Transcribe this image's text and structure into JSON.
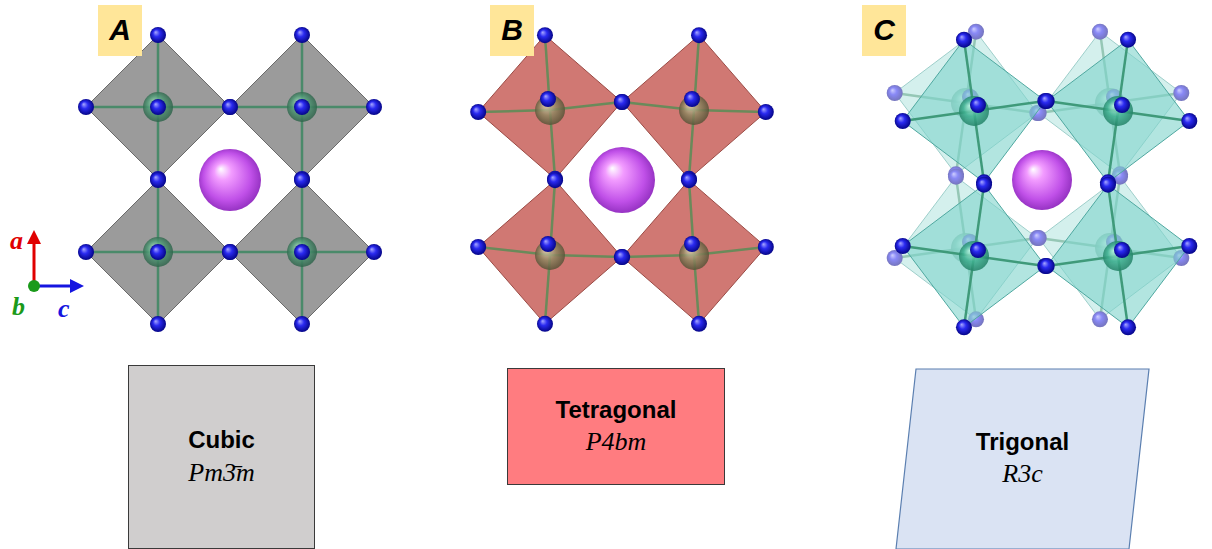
{
  "diagram": {
    "nodes": [
      {
        "text": [
          "A"
        ]
      },
      {
        "text": [
          "B"
        ]
      },
      {
        "text": [
          "C"
        ]
      },
      {
        "text": [
          "Cubic",
          "Pm3̄m"
        ]
      },
      {
        "text": [
          "Tetragonal",
          "P4bm"
        ]
      },
      {
        "text": [
          "Trigonal",
          "R3c"
        ]
      }
    ],
    "labels": [
      "a",
      "b",
      "c"
    ]
  }
}
